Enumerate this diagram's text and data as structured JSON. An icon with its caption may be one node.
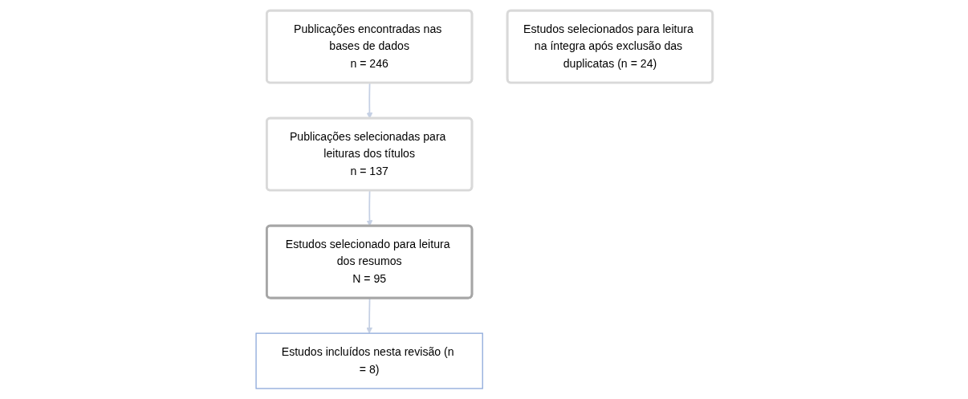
{
  "diagram": {
    "nodes": [
      {
        "text": [
          "Publicações encontradas nas bases de dados",
          "n = 246"
        ]
      },
      {
        "text": [
          "Publicações selecionadas para leituras dos títulos",
          "n = 137"
        ]
      },
      {
        "text": [
          "Estudos selecionado para leitura dos resumos",
          "N = 95"
        ]
      },
      {
        "text": [
          "Estudos selecionados para leitura na íntegra após exclusão das duplicatas (n = 24)"
        ]
      },
      {
        "text": [
          "Estudos incluídos nesta revisão (n = 8)"
        ]
      }
    ],
    "edges": [
      {
        "from": 0,
        "to": 1,
        "arrow": "to"
      },
      {
        "from": 1,
        "to": 2,
        "arrow": "to"
      },
      {
        "from": 2,
        "to": 4,
        "arrow": "to"
      }
    ]
  }
}
